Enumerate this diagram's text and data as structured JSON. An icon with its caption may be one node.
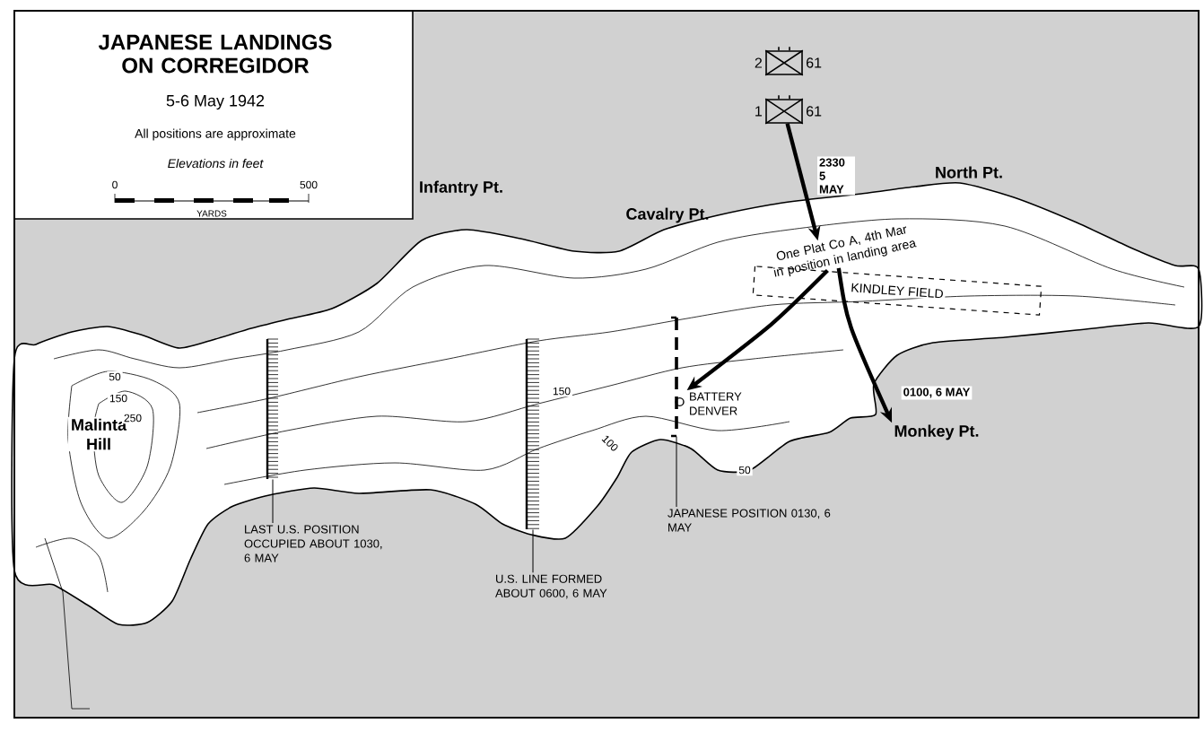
{
  "diagram": {
    "title": "JAPANESE LANDINGS ON CORREGIDOR",
    "nodes": [
      {
        "text": [
          "2",
          "61"
        ]
      },
      {
        "text": [
          "1",
          "61"
        ]
      },
      {
        "text": [
          "BATTERY DENVER"
        ]
      },
      {
        "text": [
          "Monkey Pt."
        ]
      },
      {
        "text": [],
        "shape": "bar"
      },
      {
        "text": [],
        "shape": "bar"
      },
      {
        "text": [],
        "shape": "bar"
      },
      {
        "text": [
          "LAST U.S. POSITION OCCUPIED ABOUT 1030, 6 MAY"
        ]
      },
      {
        "text": [
          "U.S. LINE FORMED ABOUT 0600, 6 MAY"
        ]
      },
      {
        "text": [
          "JAPANESE POSITION 0130, 6 MAY"
        ]
      },
      {
        "text": [
          "One Plat Co A, 4th Mar in position in landing area"
        ]
      }
    ],
    "edges": [
      {
        "from": 1,
        "to": 10,
        "arrow": "to",
        "style": "thick",
        "label": "2330 5 MAY"
      },
      {
        "from": 10,
        "to": 2,
        "arrow": "to",
        "style": "thick"
      },
      {
        "from": 10,
        "to": 3,
        "arrow": "to",
        "style": "thick",
        "label": "0100, 6 MAY"
      },
      {
        "from": 7,
        "to": 4,
        "arrow": "none"
      },
      {
        "from": 8,
        "to": 5,
        "arrow": "none"
      },
      {
        "from": 9,
        "to": 6,
        "arrow": "none"
      }
    ],
    "labels": [
      "5-6 May 1942",
      "All positions are approximate",
      "Elevations in feet",
      "0",
      "500",
      "YARDS",
      "Infantry Pt.",
      "Cavalry Pt.",
      "North Pt.",
      "KINDLEY FIELD",
      "Malinta Hill",
      "50",
      "150",
      "250",
      "150",
      "100",
      "50"
    ]
  }
}
